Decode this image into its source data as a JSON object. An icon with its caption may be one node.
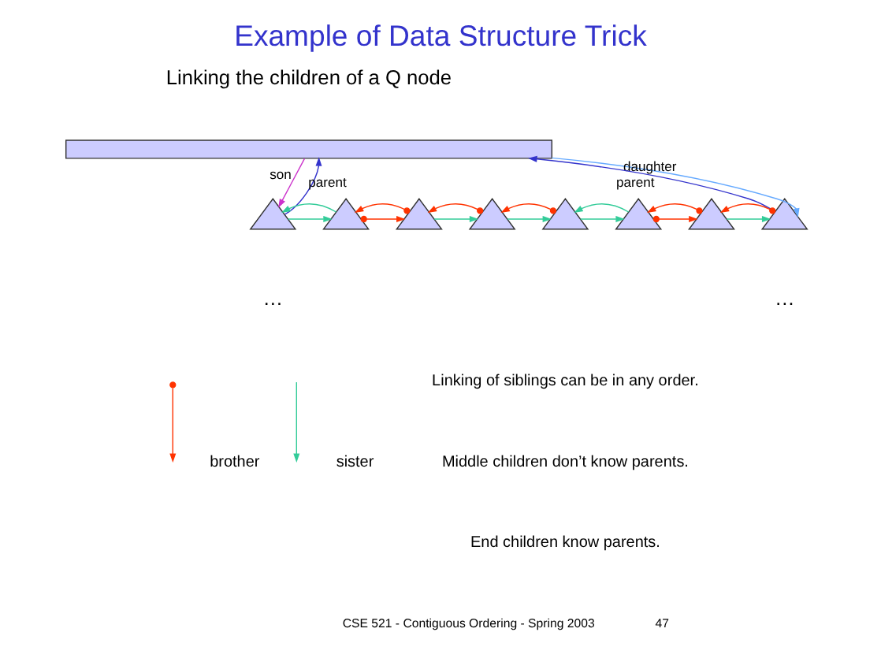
{
  "diagram": {
    "title": "Example of Data Structure Trick",
    "nodes": [
      {
        "text": [],
        "shape": "bar"
      },
      {
        "text": [],
        "shape": "triangle"
      },
      {
        "text": [],
        "shape": "triangle"
      },
      {
        "text": [],
        "shape": "triangle"
      },
      {
        "text": [],
        "shape": "triangle"
      },
      {
        "text": [],
        "shape": "triangle"
      },
      {
        "text": [],
        "shape": "triangle"
      },
      {
        "text": [],
        "shape": "triangle"
      },
      {
        "text": [],
        "shape": "triangle"
      }
    ],
    "edges": [
      {
        "from": 0,
        "to": 1,
        "arrow": "to",
        "label": "son",
        "color": "#cc33cc"
      },
      {
        "from": 1,
        "to": 0,
        "arrow": "to",
        "label": "parent",
        "color": "#3333cc"
      },
      {
        "from": 8,
        "to": 0,
        "arrow": "to",
        "label": "parent",
        "color": "#3333cc"
      },
      {
        "from": 0,
        "to": 8,
        "arrow": "to",
        "label": "daughter",
        "color": "#66aaff"
      },
      {
        "from": 1,
        "to": 2,
        "arrow": "to",
        "color": "#33cc99"
      },
      {
        "from": 2,
        "to": 1,
        "arrow": "to",
        "color": "#33cc99"
      },
      {
        "from": 2,
        "to": 3,
        "arrow": "to",
        "color": "#ff3300"
      },
      {
        "from": 3,
        "to": 2,
        "arrow": "to",
        "color": "#ff3300"
      },
      {
        "from": 3,
        "to": 4,
        "arrow": "to",
        "color": "#33cc99"
      },
      {
        "from": 4,
        "to": 3,
        "arrow": "to",
        "color": "#ff3300"
      },
      {
        "from": 4,
        "to": 5,
        "arrow": "to",
        "color": "#33cc99"
      },
      {
        "from": 5,
        "to": 4,
        "arrow": "to",
        "color": "#ff3300"
      },
      {
        "from": 5,
        "to": 6,
        "arrow": "to",
        "color": "#33cc99"
      },
      {
        "from": 6,
        "to": 5,
        "arrow": "to",
        "color": "#33cc99"
      },
      {
        "from": 6,
        "to": 7,
        "arrow": "to",
        "color": "#ff3300"
      },
      {
        "from": 7,
        "to": 6,
        "arrow": "to",
        "color": "#ff3300"
      },
      {
        "from": 7,
        "to": 8,
        "arrow": "to",
        "color": "#33cc99"
      },
      {
        "from": 8,
        "to": 7,
        "arrow": "to",
        "color": "#ff3300"
      }
    ],
    "labels": [
      "Linking the children of a Q node",
      "…",
      "…",
      "Linking of siblings can be in any order.",
      "Middle children don’t know parents.",
      "End children know parents.",
      "CSE 521 - Contiguous Ordering - Spring 2003",
      "47"
    ],
    "legend": [
      {
        "text": "brother"
      },
      {
        "text": "sister"
      }
    ]
  }
}
